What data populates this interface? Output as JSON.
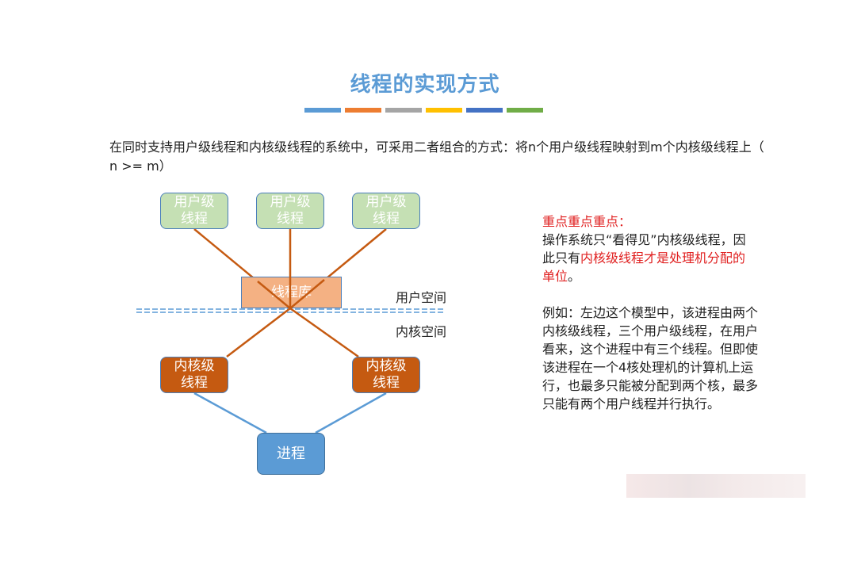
{
  "title": "线程的实现方式",
  "title_bar_colors": [
    "#5b9bd5",
    "#ed7d31",
    "#a5a5a5",
    "#ffc000",
    "#4472c4",
    "#70ad47"
  ],
  "intro": "在同时支持用户级线程和内核级线程的系统中，可采用二者组合的方式：将n个用户级线程映射到m个内核级线程上（ n >= m）",
  "diagram": {
    "user_threads": [
      {
        "line1": "用户级",
        "line2": "线程"
      },
      {
        "line1": "用户级",
        "line2": "线程"
      },
      {
        "line1": "用户级",
        "line2": "线程"
      }
    ],
    "thread_library": "线程库",
    "user_space_label": "用户空间",
    "kernel_space_label": "内核空间",
    "kernel_threads": [
      {
        "line1": "内核级",
        "line2": "线程"
      },
      {
        "line1": "内核级",
        "line2": "线程"
      }
    ],
    "process": "进程",
    "colors": {
      "user_thread_fill": "#c5e0b4",
      "kernel_thread_fill": "#c55a11",
      "library_fill": "#f4b183",
      "process_fill": "#5b9bd5",
      "mapping_line": "#c55a11",
      "process_line": "#5b9bd5",
      "divider": "#5b9bd5"
    }
  },
  "notes": {
    "heading": "重点重点重点：",
    "p1_before": "操作系统只“看得见”内核级线程，因此只有",
    "p1_highlight": "内核级线程才是处理机分配的单位",
    "p1_after": "。",
    "p2": "例如：左边这个模型中，该进程由两个内核级线程，三个用户级线程，在用户看来，这个进程中有三个线程。但即使该进程在一个4核处理机的计算机上运行，也最多只能被分配到两个核，最多只能有两个用户线程并行执行。"
  }
}
